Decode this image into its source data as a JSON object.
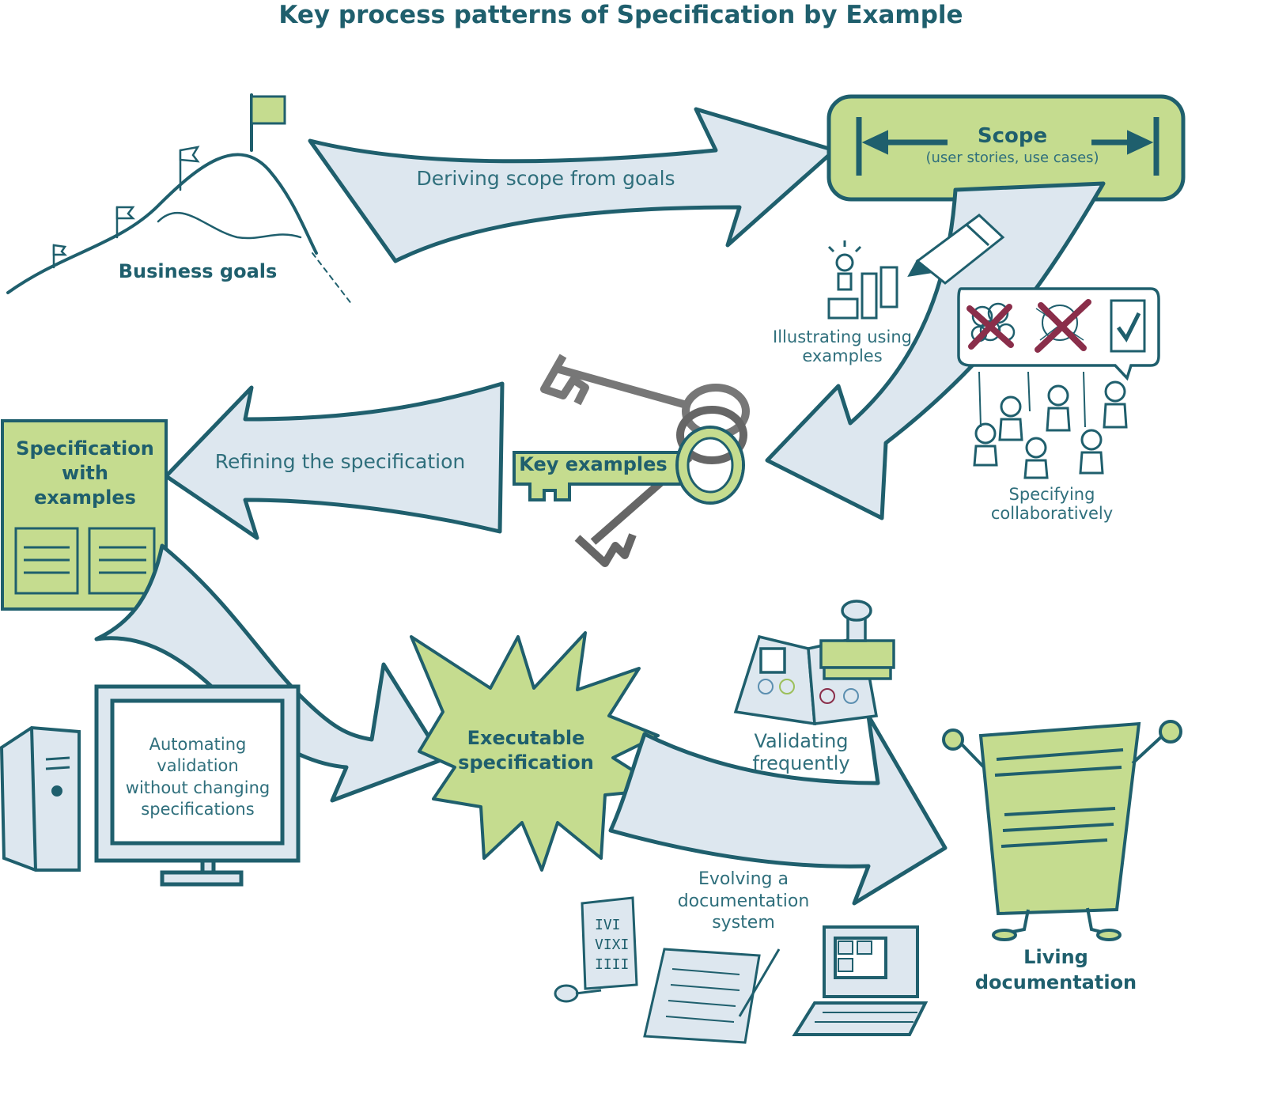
{
  "title": "Key process patterns of Specification by Example",
  "nodes": {
    "business_goals": "Business goals",
    "scope": "Scope",
    "scope_sub": "(user stories, use cases)",
    "key_examples": "Key examples",
    "spec_with_examples": "Specification\nwith\nexamples",
    "executable_spec": "Executable\nspecification",
    "living_doc": "Living\ndocumentation"
  },
  "process_steps": {
    "deriving_scope": "Deriving scope from goals",
    "illustrating": "Illustrating using\nexamples",
    "specifying": "Specifying\ncollaboratively",
    "refining": "Refining the specification",
    "automating": "Automating\nvalidation\nwithout changing\nspecifications",
    "validating": "Validating\nfrequently",
    "evolving": "Evolving a\ndocumentation\nsystem"
  },
  "colors": {
    "ink": "#1f5f6d",
    "arrow_fill": "#dde7ef",
    "green_fill": "#c5dc8f",
    "key_gray": "#777777",
    "cross_red": "#8a2e4a"
  }
}
